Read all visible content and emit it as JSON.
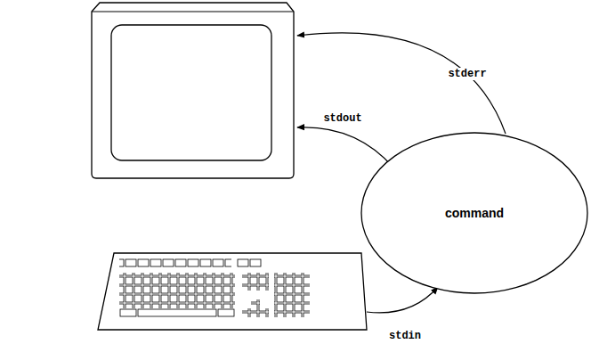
{
  "diagram": {
    "nodes": [
      {
        "text": [
          "command"
        ]
      }
    ],
    "labels": [
      "stderr",
      "stdout",
      "stdin"
    ]
  }
}
